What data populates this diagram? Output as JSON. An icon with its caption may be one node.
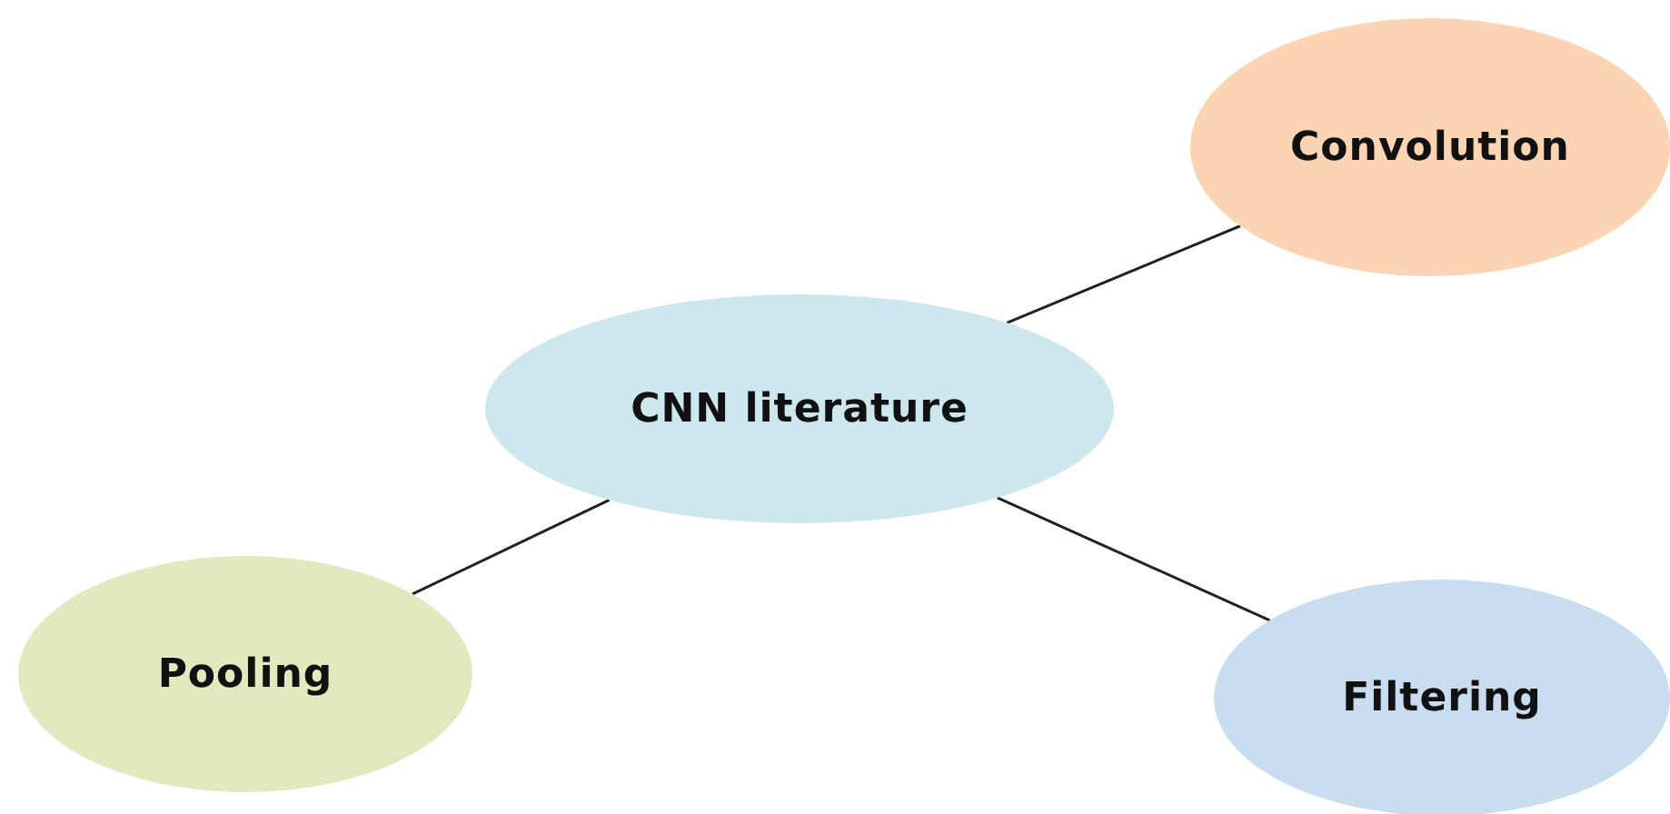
{
  "diagram": {
    "nodes": [
      {
        "text": [
          "CNN literature"
        ]
      },
      {
        "text": [
          "Convolution"
        ]
      },
      {
        "text": [
          "Pooling"
        ]
      },
      {
        "text": [
          "Filtering"
        ]
      }
    ],
    "edges": [
      {
        "from": 0,
        "to": 1,
        "arrow": "none"
      },
      {
        "from": 0,
        "to": 2,
        "arrow": "none"
      },
      {
        "from": 0,
        "to": 3,
        "arrow": "none"
      }
    ]
  }
}
